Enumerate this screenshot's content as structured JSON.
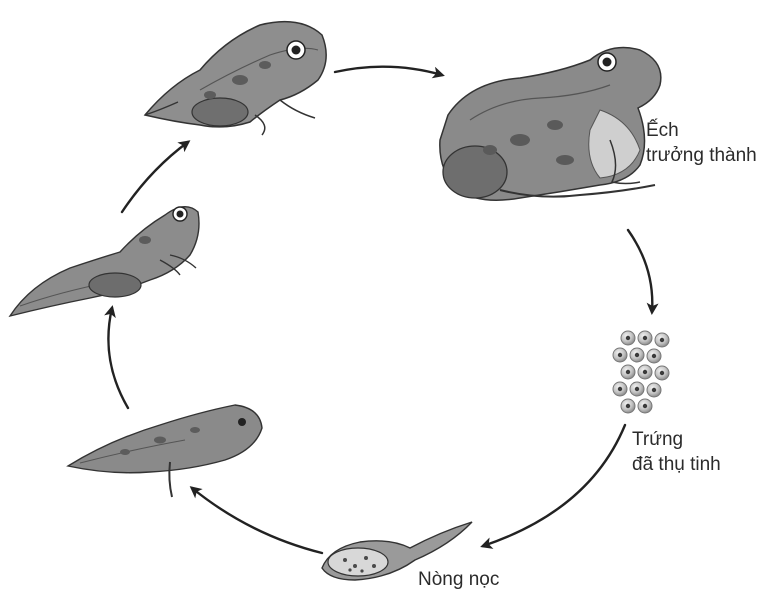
{
  "labels": {
    "adult": [
      "Ếch",
      "trưởng thành"
    ],
    "eggs": [
      "Trứng",
      "đã thụ tinh"
    ],
    "tadpole": [
      "Nòng nọc"
    ]
  },
  "colors": {
    "ink": "#2b2b2b",
    "arrow": "#222222",
    "skin_dark": "#5a5a5a",
    "skin_light": "#9a9a9a",
    "belly": "#d6d6d6",
    "egg": "#c4c4c4"
  }
}
